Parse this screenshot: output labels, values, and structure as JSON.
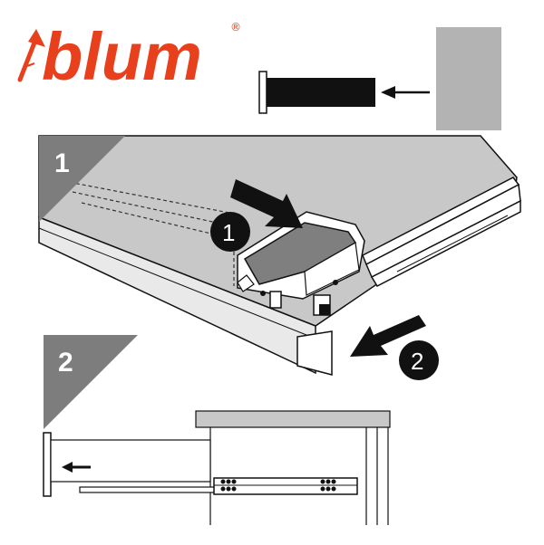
{
  "brand": {
    "name": "blum",
    "trademark": "®",
    "color": "#e8401c"
  },
  "steps": [
    {
      "number": "1"
    },
    {
      "number": "2"
    }
  ],
  "callouts": [
    {
      "number": "1"
    },
    {
      "number": "2"
    }
  ],
  "colors": {
    "panel": "#c8c8c8",
    "block": "#b3b3b3",
    "badge": "#7d7d7d",
    "ink": "#111111"
  }
}
